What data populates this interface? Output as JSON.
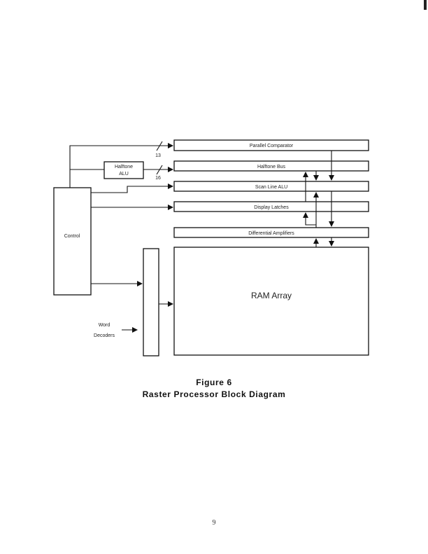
{
  "figure": {
    "number": "Figure 6",
    "title": "Raster Processor Block Diagram"
  },
  "blocks": {
    "parallel_comparator": "Parallel Comparator",
    "halftone_bus": "Halftone Bus",
    "scan_line_alu": "Scan Line ALU",
    "display_latches": "Display Latches",
    "differential_amplifiers": "Differential Amplifiers",
    "ram_array": "RAM Array",
    "control": "Control",
    "halftone_alu_line1": "Halftone",
    "halftone_alu_line2": "ALU",
    "word_decoders_line1": "Word",
    "word_decoders_line2": "Decoders"
  },
  "bus_widths": {
    "comparator_bus": "13",
    "halftone_bus": "16"
  },
  "page_number": "9"
}
